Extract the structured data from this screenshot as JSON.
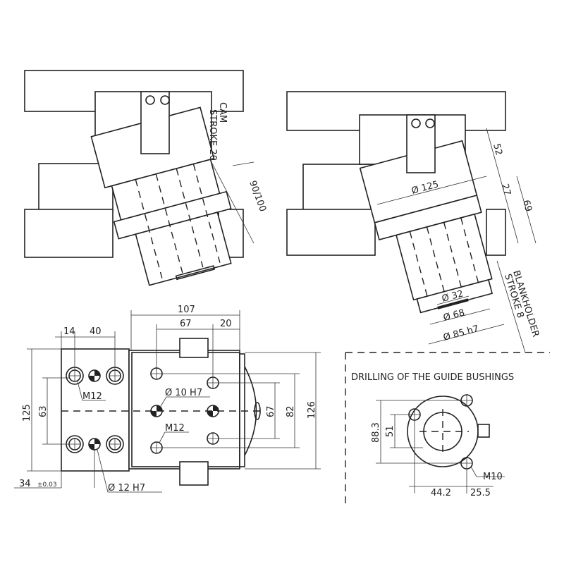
{
  "left_view": {
    "cam_stroke": "CAM",
    "cam_stroke_2": "STROKE 20",
    "height": "90/100"
  },
  "right_view": {
    "dim_52": "52",
    "dim_27": "27",
    "dim_69": "69",
    "dia_125": "Ø 125",
    "dia_32": "Ø 32",
    "dia_68": "Ø 68",
    "dia_85": "Ø 85 h7",
    "blankholder_1": "BLANKHOLDER",
    "blankholder_2": "STROKE 8"
  },
  "plan_view": {
    "dim_107": "107",
    "dim_67_top": "67",
    "dim_20": "20",
    "dim_14": "14",
    "dim_40": "40",
    "dim_125": "125",
    "dim_63": "63",
    "dim_67": "67",
    "dim_82": "82",
    "dim_126": "126",
    "m12_a": "M12",
    "m12_b": "M12",
    "dia_10": "Ø 10  H7",
    "dim_34": "34",
    "tol_34": "±0.03",
    "dia_12": "Ø    12  H7"
  },
  "guide_bushings": {
    "title": "DRILLING OF THE GUIDE BUSHINGS",
    "dim_88": "88.3",
    "dim_51": "51",
    "m10": "M10",
    "dim_44": "44.2",
    "dim_25": "25.5"
  }
}
